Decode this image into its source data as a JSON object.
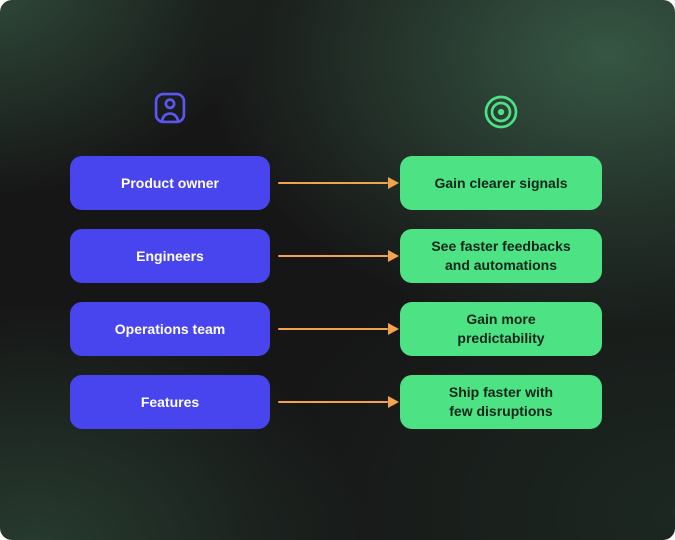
{
  "diagram": {
    "left_header_icon": "user-icon",
    "right_header_icon": "target-icon",
    "rows": [
      {
        "left": "Product owner",
        "right": "Gain clearer signals"
      },
      {
        "left": "Engineers",
        "right": "See faster feedbacks\nand automations"
      },
      {
        "left": "Operations team",
        "right": "Gain more\npredictability"
      },
      {
        "left": "Features",
        "right": "Ship faster with\nfew disruptions"
      }
    ],
    "colors": {
      "role_box": "#4845EF",
      "benefit_box": "#4DE385",
      "arrow": "#F2A34F",
      "background_dark": "#161616",
      "background_green": "#385A46",
      "user_icon": "#5B55F2",
      "target_icon": "#4DE385"
    }
  }
}
